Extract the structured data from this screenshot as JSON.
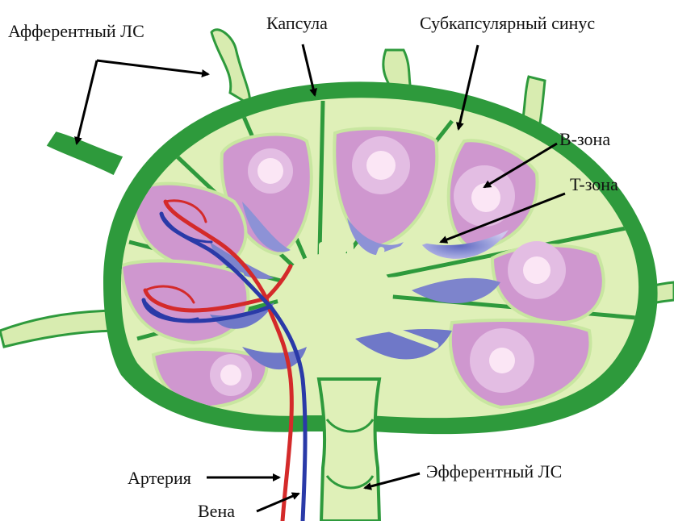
{
  "labels": {
    "afferent": "Афферентный ЛС",
    "capsule": "Капсула",
    "subcapsular_sinus": "Субкапсулярный синус",
    "b_zone": "B-зона",
    "t_zone": "T-зона",
    "efferent": "Эфферентный ЛС",
    "artery": "Артерия",
    "vein": "Вена"
  },
  "colors": {
    "capsule": "#2e9a3c",
    "capsule_dark": "#1f7a2c",
    "sinus": "#dff0b8",
    "t_zone": "#c8c8ee",
    "t_zone_deep": "#6f78c8",
    "b_zone": "#cf97cf",
    "b_zone_light": "#e3bde3",
    "germinal_center": "#fbe6f5",
    "artery": "#d42a2a",
    "vein": "#2a3aa8",
    "arrow": "#000000"
  }
}
